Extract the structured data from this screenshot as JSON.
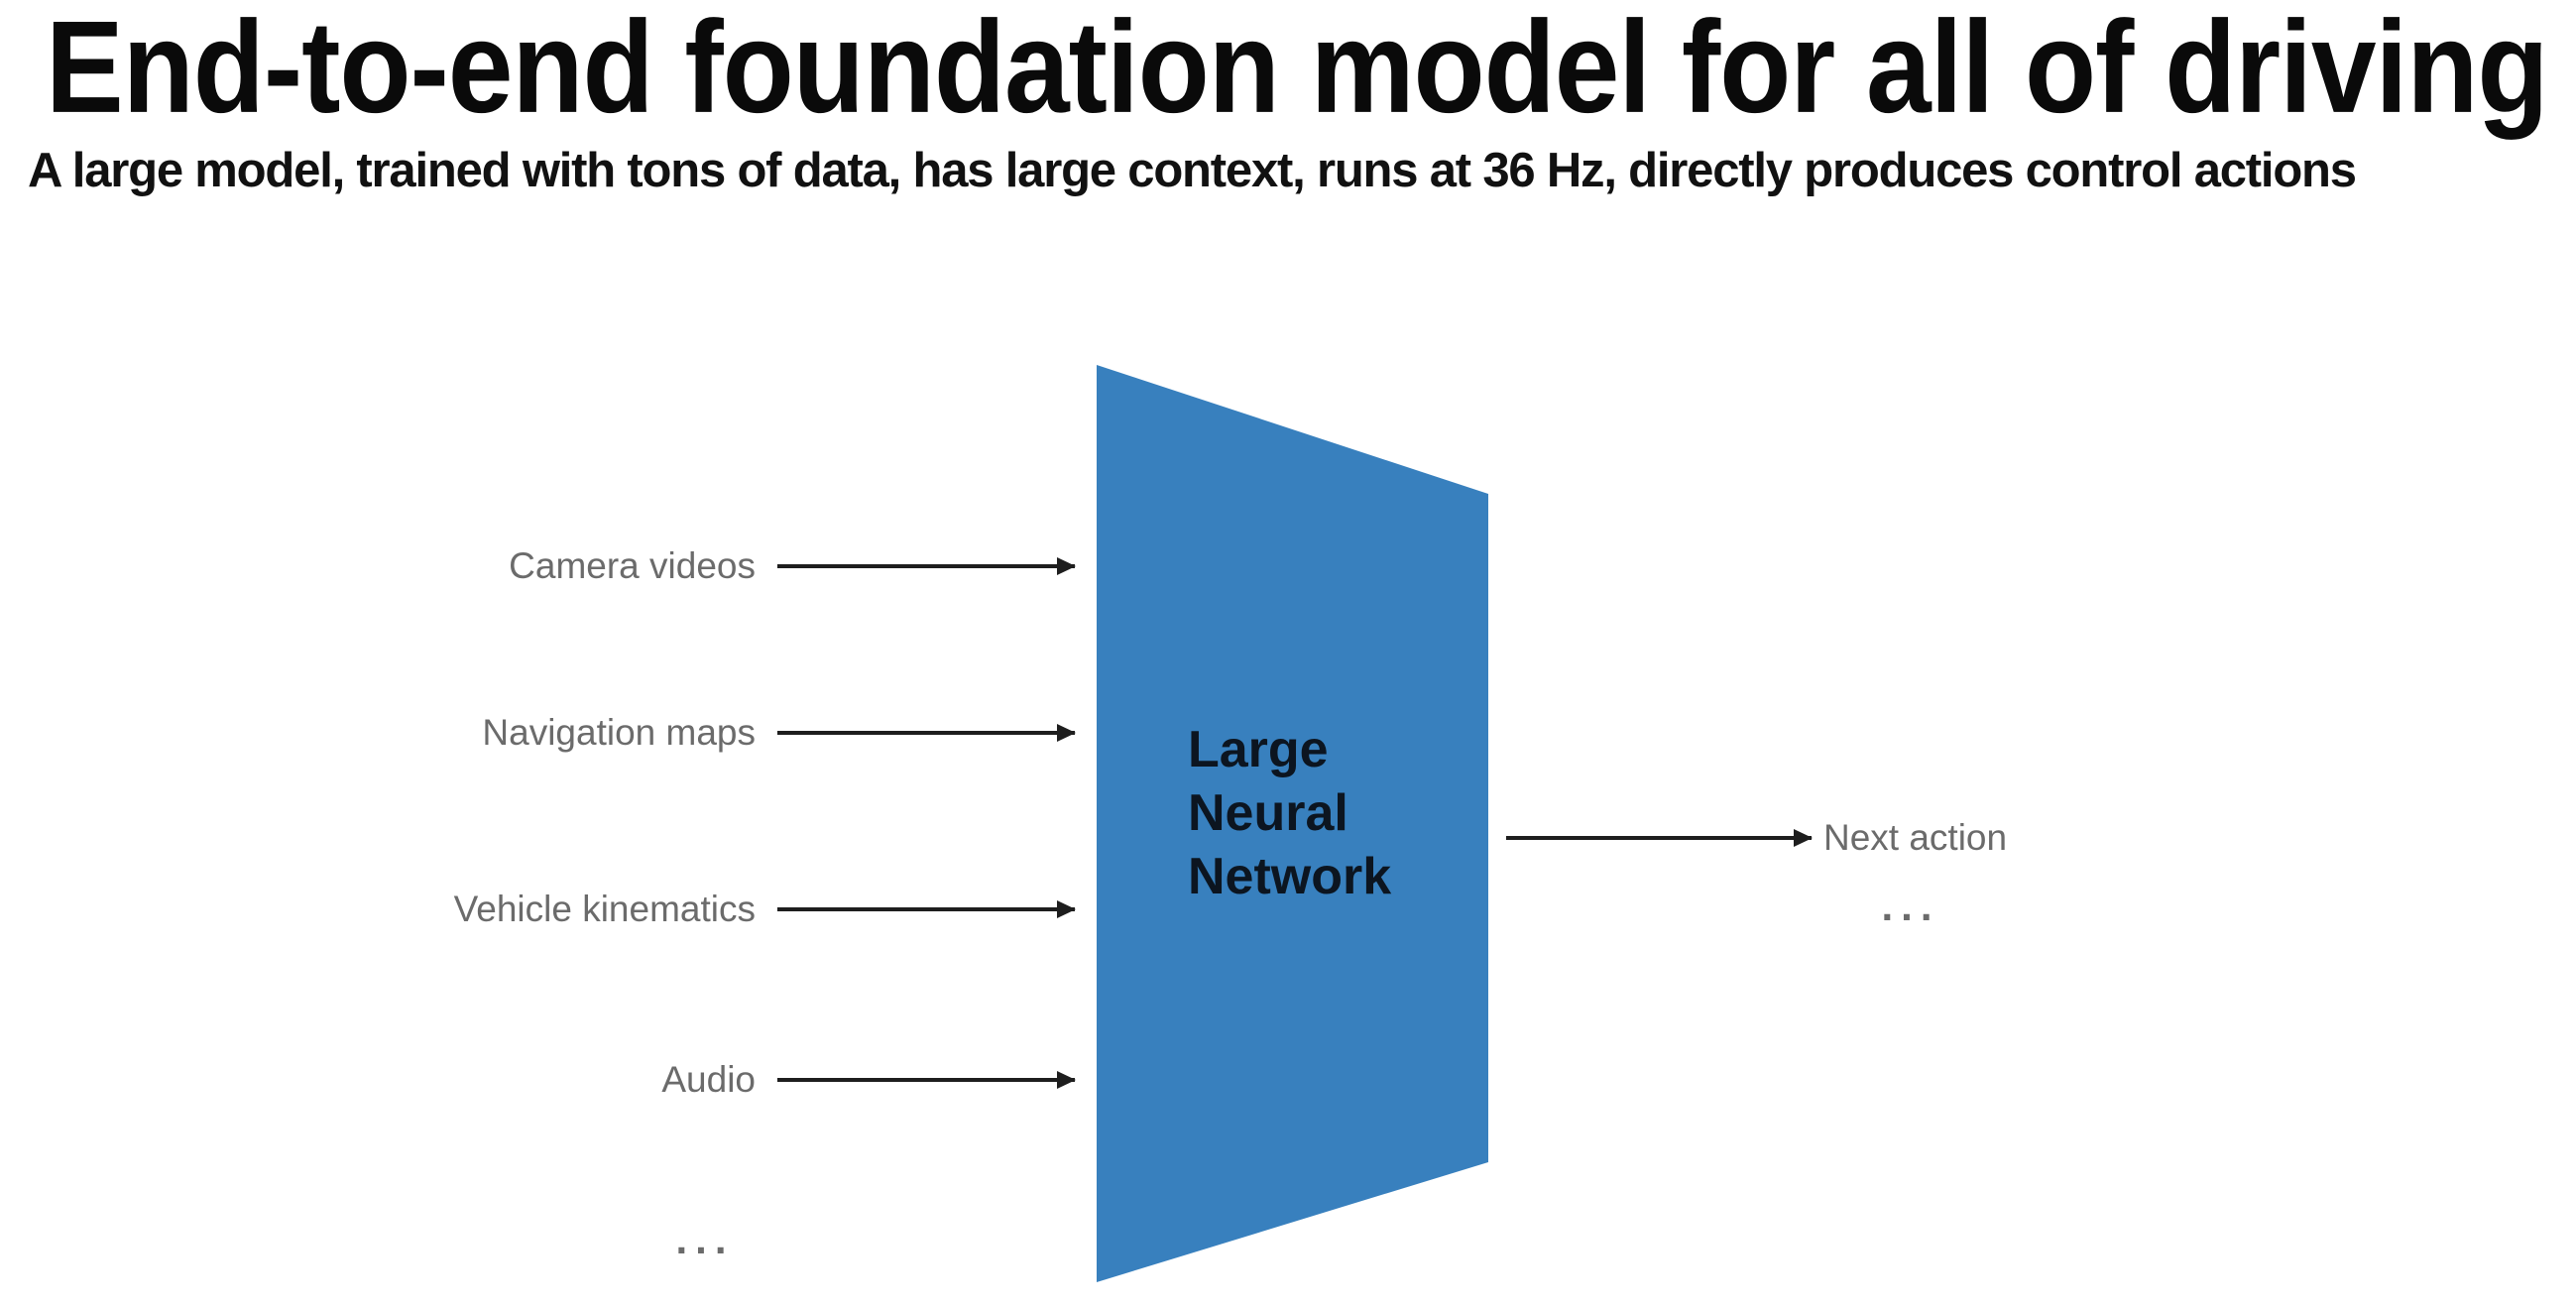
{
  "slide": {
    "title": "End-to-end foundation model for all of driving",
    "subtitle": "A large model, trained with tons of data, has large context, runs at 36 Hz, directly produces control actions"
  },
  "diagram": {
    "inputs": [
      "Camera videos",
      "Navigation maps",
      "Vehicle kinematics",
      "Audio"
    ],
    "inputs_more": "...",
    "model": {
      "lines": [
        "Large",
        "Neural",
        "Network"
      ]
    },
    "output": {
      "label": "Next action",
      "more": "..."
    },
    "colors": {
      "model_fill": "#3880BE",
      "model_text": "#0C1520",
      "label_gray": "#6B6B6B",
      "arrow": "#1E1E1E"
    }
  }
}
